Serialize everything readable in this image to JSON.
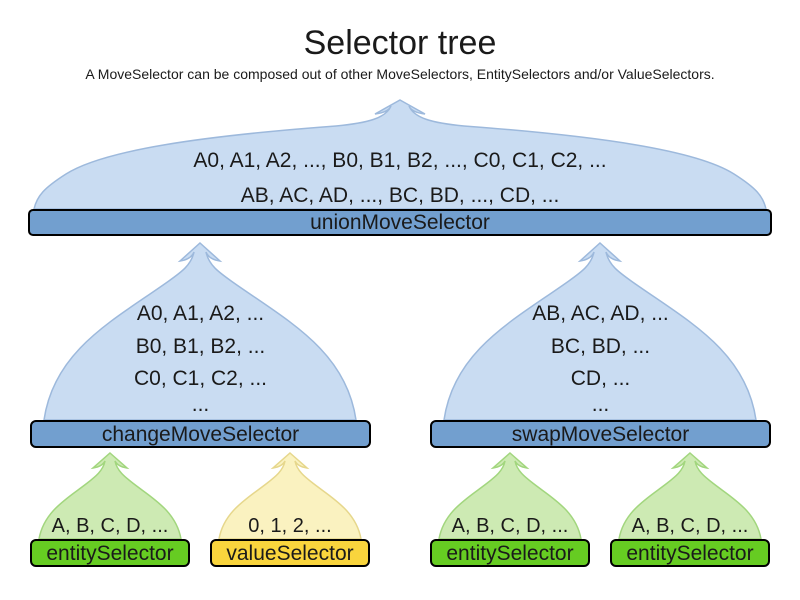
{
  "page": {
    "title": "Selector tree",
    "subtitle": "A MoveSelector can be composed out of other MoveSelectors, EntitySelectors and/or ValueSelectors."
  },
  "selectors": {
    "union": {
      "label": "unionMoveSelector",
      "lines": [
        "A0, A1, A2, ..., B0, B1, B2, ..., C0, C1, C2, ...",
        "AB, AC, AD, ..., BC, BD, ..., CD, ..."
      ]
    },
    "change": {
      "label": "changeMoveSelector",
      "lines": [
        "A0, A1, A2, ...",
        "B0, B1, B2, ...",
        "C0, C1, C2, ...",
        "..."
      ]
    },
    "swap": {
      "label": "swapMoveSelector",
      "lines": [
        "AB, AC, AD, ...",
        "BC, BD, ...",
        "CD, ...",
        "..."
      ]
    },
    "entity_left": {
      "label": "entitySelector",
      "lines": [
        "A, B, C, D, ..."
      ]
    },
    "value_left": {
      "label": "valueSelector",
      "lines": [
        "0, 1, 2, ..."
      ]
    },
    "entity_mid": {
      "label": "entitySelector",
      "lines": [
        "A, B, C, D, ..."
      ]
    },
    "entity_right": {
      "label": "entitySelector",
      "lines": [
        "A, B, C, D, ..."
      ]
    }
  },
  "colors": {
    "text": "#1a1a1a",
    "blue_fill": "#c9dcf2",
    "blue_stroke": "#9db9dc",
    "blue_bar": "#729fcf",
    "green_fill": "#cdeab3",
    "green_stroke": "#a2d67e",
    "green_bar": "#66cc22",
    "yellow_fill": "#faf2c0",
    "yellow_stroke": "#e6d78c",
    "yellow_bar": "#f9d53d"
  }
}
